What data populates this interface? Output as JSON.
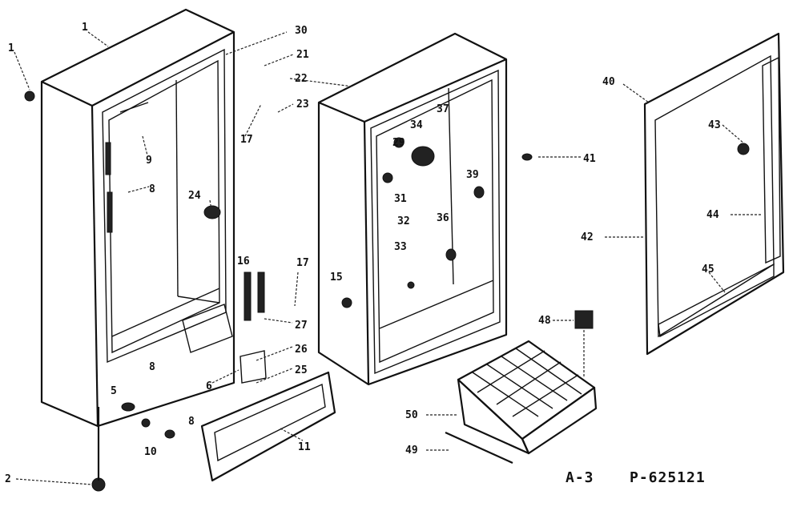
{
  "caption": {
    "sheet": "A-3",
    "part_number": "P-625121"
  },
  "callouts": {
    "c1a": "1",
    "c1b": "1",
    "c2": "2",
    "c5": "5",
    "c6": "6",
    "c8a": "8",
    "c8b": "8",
    "c8c": "8",
    "c9": "9",
    "c10": "10",
    "c11": "11",
    "c15": "15",
    "c16": "16",
    "c17a": "17",
    "c17b": "17",
    "c21": "21",
    "c22": "22",
    "c23": "23",
    "c24": "24",
    "c25": "25",
    "c26": "26",
    "c27": "27",
    "c29": "29",
    "c30": "30",
    "c31": "31",
    "c32": "32",
    "c33": "33",
    "c34": "34",
    "c36": "36",
    "c37": "37",
    "c39": "39",
    "c40": "40",
    "c41": "41",
    "c42": "42",
    "c43": "43",
    "c44": "44",
    "c45": "45",
    "c48": "48",
    "c49": "49",
    "c50": "50"
  }
}
